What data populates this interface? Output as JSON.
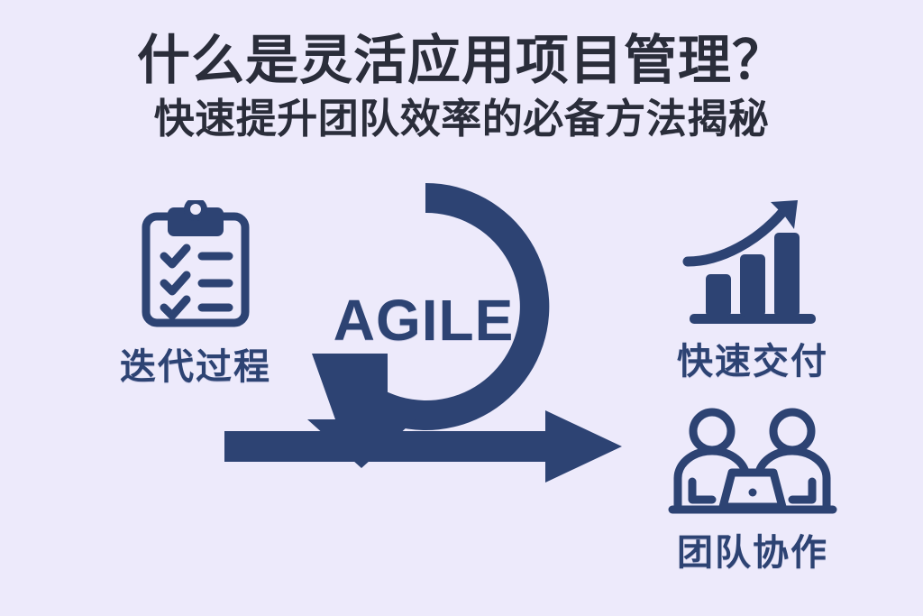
{
  "page": {
    "background_color": "#edeafb",
    "accent_color": "#2d4373",
    "heading_color": "#2a2d3a"
  },
  "heading": {
    "title": "什么是灵活应用项目管理？",
    "subtitle": "快速提升团队效率的必备方法揭秘"
  },
  "center": {
    "cycle_word": "AGILE",
    "icon": "circular-arrow-cycle"
  },
  "items": [
    {
      "id": "iterative",
      "label": "迭代过程",
      "icon": "clipboard-checklist-icon"
    },
    {
      "id": "delivery",
      "label": "快速交付",
      "icon": "growth-bar-chart-icon"
    },
    {
      "id": "collaboration",
      "label": "团队协作",
      "icon": "team-laptop-icon"
    }
  ]
}
